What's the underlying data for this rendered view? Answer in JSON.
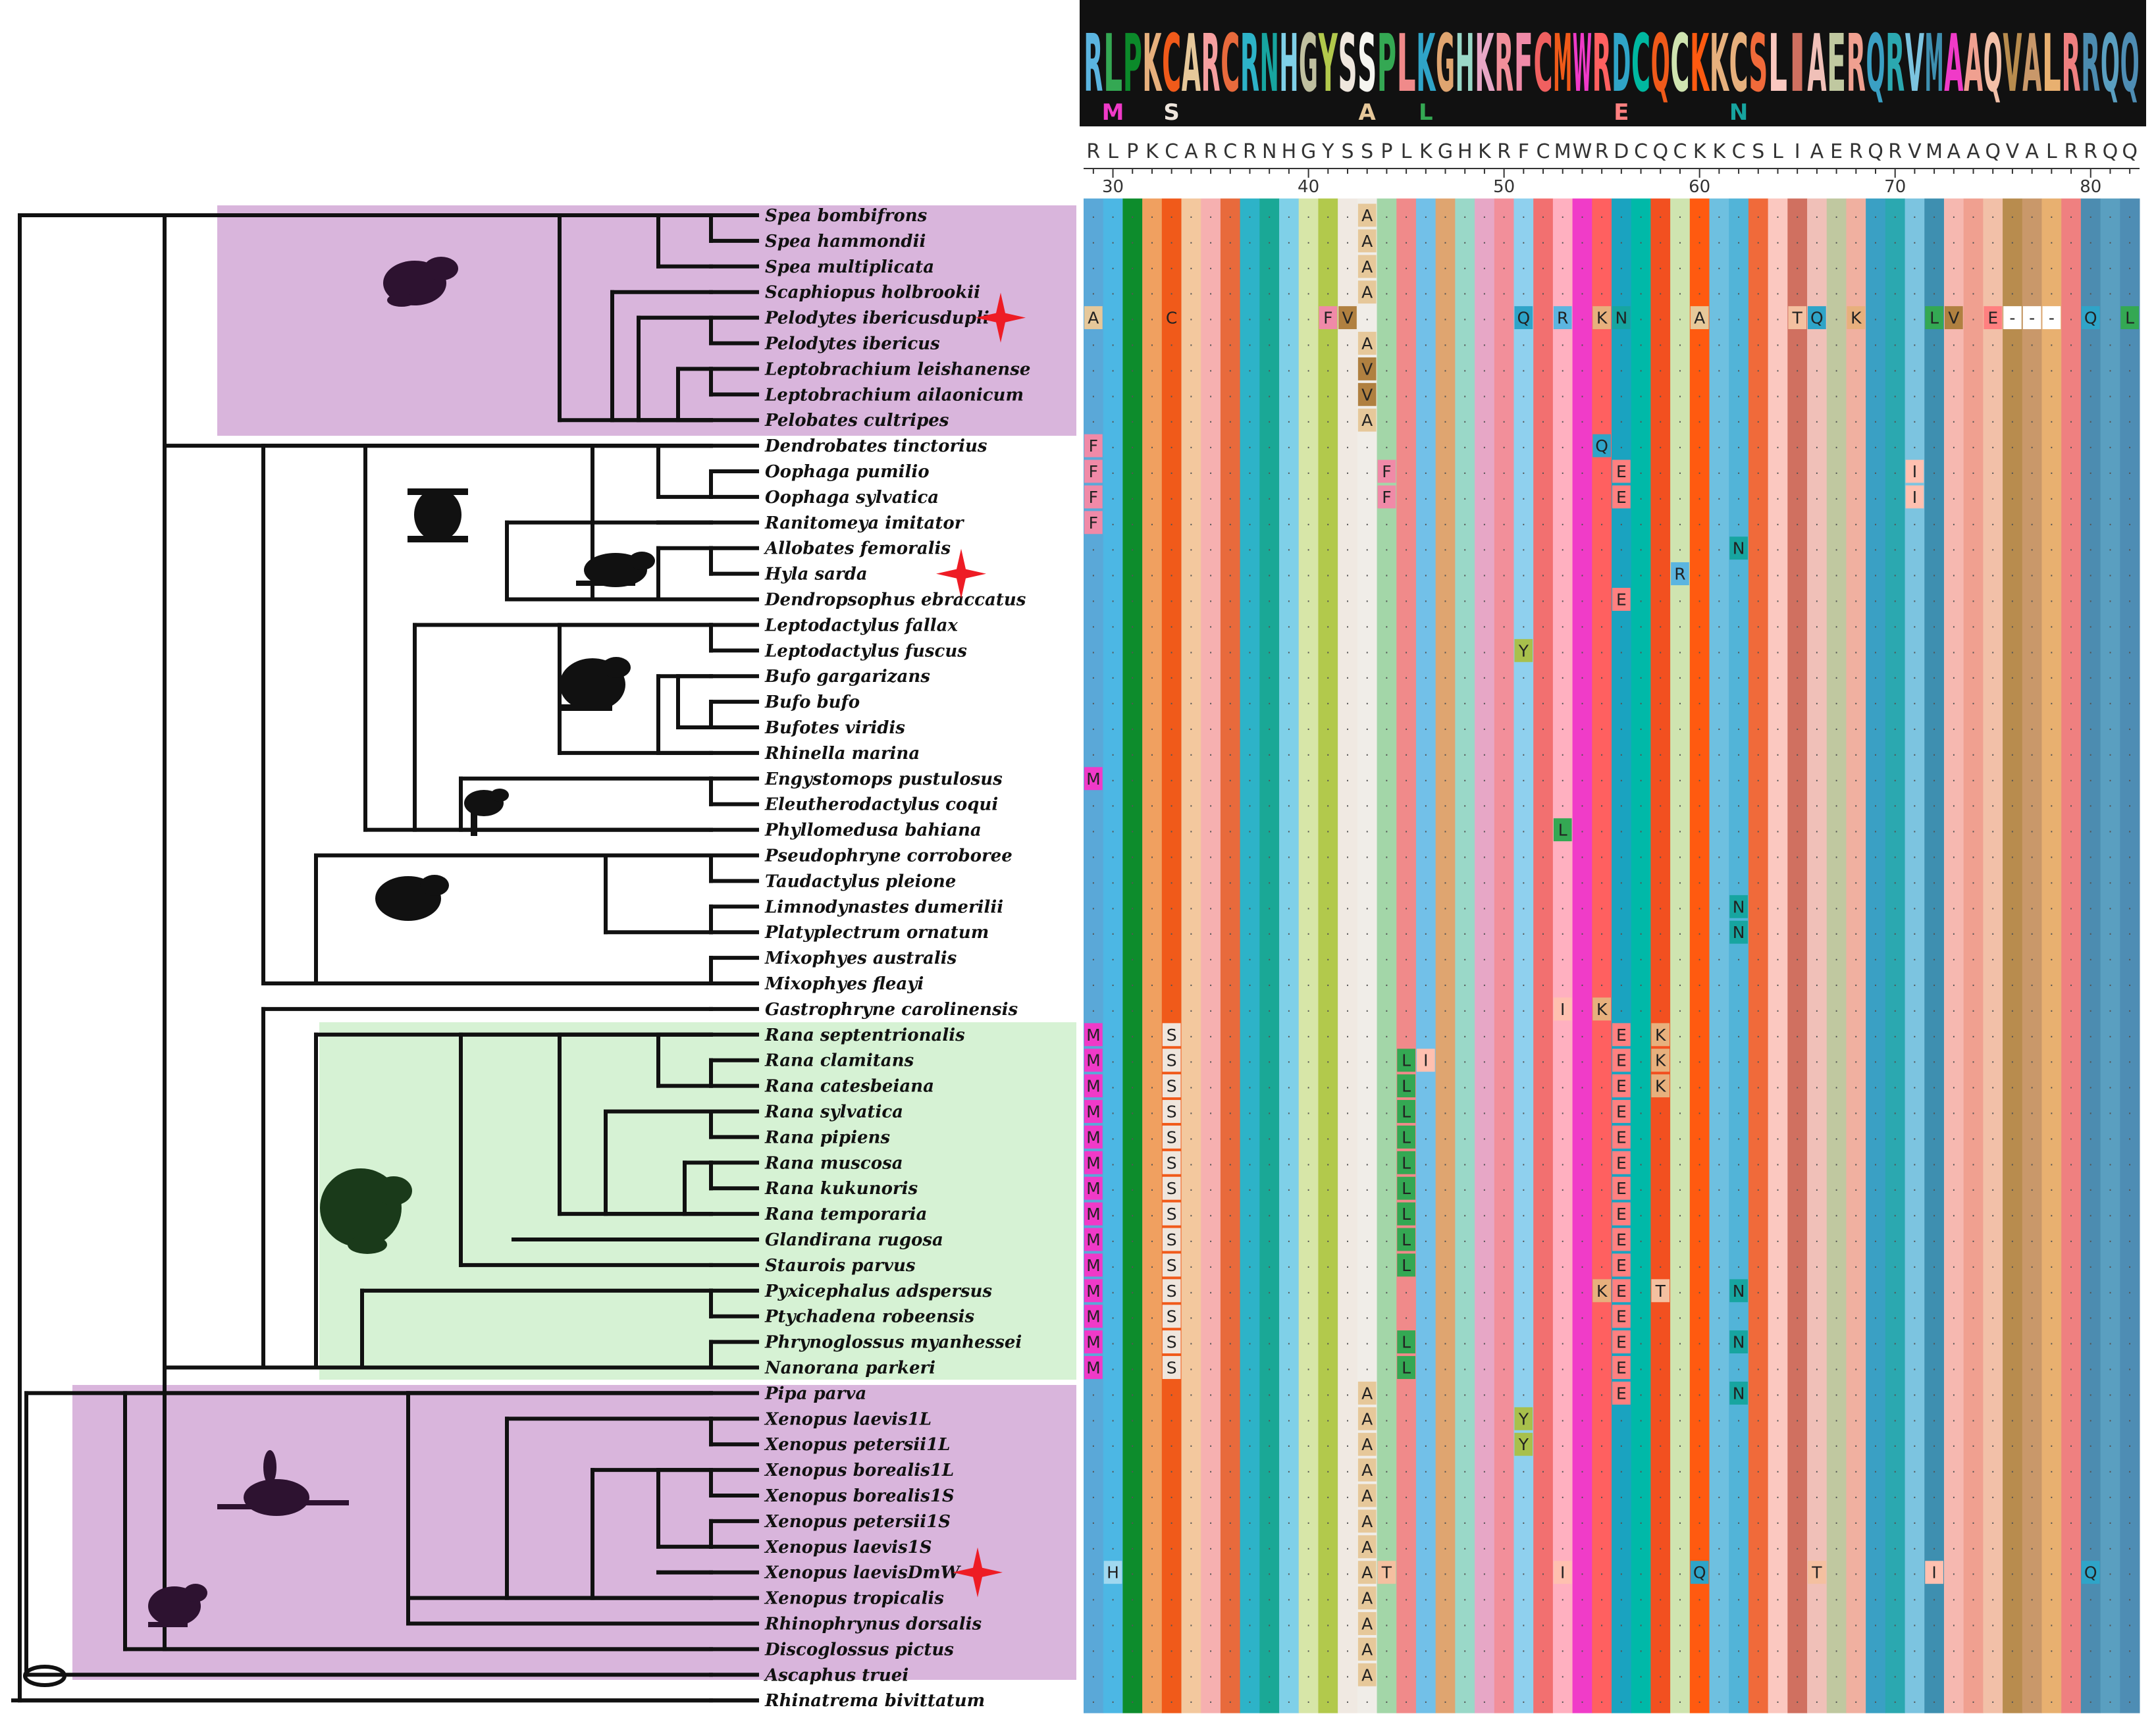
{
  "consensus": "RLPKCARCRNHGYSSPLKGHKRFCMWRDCQCKKCSLIAERQRVMAAQVALRRQQ",
  "positions": [
    "30",
    "40",
    "50",
    "60",
    "70",
    "80"
  ],
  "logo_secondary": [
    "M",
    "S",
    "A",
    "L",
    "E",
    "N"
  ],
  "highlight_colors": {
    "group_purple": "#d9b5dc",
    "group_green": "#d6f2d4",
    "star": "#ee1c25"
  },
  "species": [
    "Spea bombifrons",
    "Spea hammondii",
    "Spea multiplicata",
    "Scaphiopus holbrookii",
    "Pelodytes ibericusdupli",
    "Pelodytes ibericus",
    "Leptobrachium leishanense",
    "Leptobrachium ailaonicum",
    "Pelobates cultripes",
    "Dendrobates tinctorius",
    "Oophaga pumilio",
    "Oophaga sylvatica",
    "Ranitomeya imitator",
    "Allobates femoralis",
    "Hyla sarda",
    "Dendropsophus ebraccatus",
    "Leptodactylus fallax",
    "Leptodactylus fuscus",
    "Bufo gargarizans",
    "Bufo bufo",
    "Bufotes viridis",
    "Rhinella marina",
    "Engystomops pustulosus",
    "Eleutherodactylus coqui",
    "Phyllomedusa bahiana",
    "Pseudophryne corroboree",
    "Taudactylus pleione",
    "Limnodynastes dumerilii",
    "Platyplectrum ornatum",
    "Mixophyes australis",
    "Mixophyes fleayi",
    "Gastrophryne carolinensis",
    "Rana septentrionalis",
    "Rana clamitans",
    "Rana catesbeiana",
    "Rana sylvatica",
    "Rana pipiens",
    "Rana muscosa",
    "Rana kukunoris",
    "Rana temporaria",
    "Glandirana rugosa",
    "Staurois parvus",
    "Pyxicephalus adspersus",
    "Ptychadena robeensis",
    "Phrynoglossus myanhessei",
    "Nanorana parkeri",
    "Pipa parva",
    "Xenopus laevis1L",
    "Xenopus petersii1L",
    "Xenopus borealis1L",
    "Xenopus borealis1S",
    "Xenopus petersii1S",
    "Xenopus laevis1S",
    "Xenopus laevisDmW",
    "Xenopus tropicalis",
    "Rhinophrynus dorsalis",
    "Discoglossus pictus",
    "Ascaphus truei",
    "Rhinatrema bivittatum"
  ],
  "starred": [
    "Pelodytes ibericusdupli",
    "Hyla sarda",
    "Xenopus laevisDmW"
  ],
  "variants": {
    "0": {
      "14": "A"
    },
    "1": {
      "14": "A"
    },
    "2": {
      "14": "A"
    },
    "3": {
      "14": "A"
    },
    "4": {
      "0": "A",
      "4": "C",
      "12": "F",
      "13": "V",
      "22": "Q",
      "24": "R",
      "26": "K",
      "27": "N",
      "31": "A",
      "36": "T",
      "37": "Q",
      "39": "K",
      "43": "L",
      "44": "V",
      "46": "E",
      "47": "-",
      "48": "-",
      "49": "-",
      "51": "Q",
      "53": "L"
    },
    "5": {
      "14": "A"
    },
    "6": {
      "14": "V"
    },
    "7": {
      "14": "V"
    },
    "8": {
      "14": "A"
    },
    "9": {
      "0": "F",
      "26": "Q"
    },
    "10": {
      "0": "F",
      "15": "F",
      "27": "E",
      "42": "I"
    },
    "11": {
      "0": "F",
      "15": "F",
      "27": "E",
      "42": "I"
    },
    "12": {
      "0": "F"
    },
    "13": {
      "33": "N"
    },
    "14": {
      "30": "R"
    },
    "15": {
      "27": "E"
    },
    "17": {
      "22": "Y"
    },
    "22": {
      "0": "M"
    },
    "24": {
      "24": "L"
    },
    "27": {
      "33": "N"
    },
    "28": {
      "33": "N"
    },
    "31": {
      "24": "I",
      "26": "K"
    },
    "32": {
      "0": "M",
      "4": "S",
      "27": "E",
      "29": "K"
    },
    "33": {
      "0": "M",
      "4": "S",
      "16": "L",
      "17": "I",
      "27": "E",
      "29": "K"
    },
    "34": {
      "0": "M",
      "4": "S",
      "16": "L",
      "27": "E",
      "29": "K"
    },
    "35": {
      "0": "M",
      "4": "S",
      "16": "L",
      "27": "E"
    },
    "36": {
      "0": "M",
      "4": "S",
      "16": "L",
      "27": "E"
    },
    "37": {
      "0": "M",
      "4": "S",
      "16": "L",
      "27": "E"
    },
    "38": {
      "0": "M",
      "4": "S",
      "16": "L",
      "27": "E"
    },
    "39": {
      "0": "M",
      "4": "S",
      "16": "L",
      "27": "E"
    },
    "40": {
      "0": "M",
      "4": "S",
      "16": "L",
      "27": "E"
    },
    "41": {
      "0": "M",
      "4": "S",
      "16": "L",
      "27": "E"
    },
    "42": {
      "0": "M",
      "4": "S",
      "26": "K",
      "27": "E",
      "29": "T",
      "33": "N"
    },
    "43": {
      "0": "M",
      "4": "S",
      "27": "E"
    },
    "44": {
      "0": "M",
      "4": "S",
      "16": "L",
      "27": "E",
      "33": "N"
    },
    "45": {
      "0": "M",
      "4": "S",
      "16": "L",
      "27": "E"
    },
    "46": {
      "14": "A",
      "27": "E",
      "33": "N"
    },
    "47": {
      "14": "A",
      "22": "Y"
    },
    "48": {
      "14": "A",
      "22": "Y"
    },
    "49": {
      "14": "A"
    },
    "50": {
      "14": "A"
    },
    "51": {
      "14": "A"
    },
    "52": {
      "14": "A"
    },
    "53": {
      "1": "H",
      "14": "A",
      "15": "T",
      "24": "I",
      "31": "Q",
      "37": "T",
      "43": "I",
      "51": "Q"
    },
    "54": {
      "14": "A"
    },
    "55": {
      "14": "A"
    },
    "56": {
      "14": "A"
    },
    "57": {
      "14": "A"
    }
  },
  "tree_edges": [
    [
      38,
      -1,
      82,
      0
    ],
    [
      47,
      0,
      53,
      1
    ],
    [
      47,
      1,
      55,
      1
    ],
    [
      20,
      2,
      57,
      2
    ],
    [
      20,
      3,
      56,
      3
    ],
    [
      20,
      4,
      54,
      3
    ],
    [
      38,
      5,
      47,
      5
    ],
    [
      46,
      6,
      48,
      5
    ],
    [
      46,
      7,
      49,
      6
    ],
    [
      45,
      8,
      50,
      6
    ],
    [
      45,
      9,
      52,
      6
    ],
    [
      42,
      10,
      51,
      6
    ],
    [
      42,
      11,
      46,
      6
    ],
    [
      38,
      12,
      40,
      7
    ],
    [
      38,
      13,
      41,
      6
    ],
    [
      36,
      14,
      45,
      6
    ],
    [
      36,
      15,
      44,
      6
    ],
    [
      35,
      16,
      43,
      6
    ],
    [
      35,
      17,
      42,
      5
    ],
    [
      30,
      18,
      35,
      5
    ],
    [
      30,
      19,
      36,
      5
    ],
    [
      31,
      20,
      32,
      4
    ],
    [
      31,
      21,
      34,
      4
    ],
    [
      31,
      22,
      33,
      4
    ],
    [
      28,
      23,
      31,
      4
    ],
    [
      28,
      24,
      30,
      4
    ],
    [
      28,
      25,
      29,
      3
    ],
    [
      26,
      26,
      28,
      3
    ],
    [
      26,
      27,
      39,
      3
    ],
    [
      23,
      28,
      38,
      3
    ],
    [
      23,
      29,
      37,
      3
    ],
    [
      23,
      30,
      27,
      3
    ],
    [
      21,
      31,
      25,
      3
    ],
    [
      21,
      32,
      26,
      3
    ],
    [
      19,
      33,
      24,
      3
    ],
    [
      19,
      34,
      22,
      3
    ],
    [
      17,
      35,
      23,
      3
    ],
    [
      17,
      36,
      18,
      3
    ],
    [
      15,
      37,
      21,
      3
    ],
    [
      15,
      38,
      20,
      3
    ],
    [
      13,
      39,
      19,
      3
    ],
    [
      13,
      40,
      17,
      3
    ],
    [
      12,
      41,
      16,
      3
    ],
    [
      12,
      42,
      14,
      3
    ],
    [
      11,
      43,
      13,
      3
    ],
    [
      11,
      44,
      15,
      3
    ],
    [
      11,
      45,
      12,
      3
    ],
    [
      10,
      46,
      2,
      2
    ],
    [
      10,
      47,
      11,
      2
    ],
    [
      9,
      48,
      10,
      2
    ],
    [
      9,
      49,
      1,
      1
    ],
    [
      8,
      50,
      9,
      1
    ],
    [
      8,
      51,
      0,
      1
    ]
  ]
}
